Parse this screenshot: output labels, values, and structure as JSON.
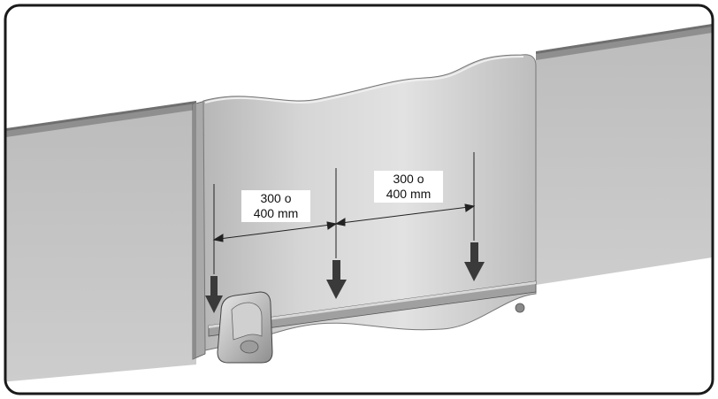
{
  "dimension_labels": [
    {
      "line1": "300 o",
      "line2": "400 mm"
    },
    {
      "line1": "300 o",
      "line2": "400 mm"
    }
  ],
  "colors": {
    "frame": "#1a1a1a",
    "wall": "#c2c2c2",
    "wall_shadow": "#a8a8a8",
    "gate": "#cbcbcb",
    "rail": "#9a9a9a",
    "arrow": "#3a3a3a",
    "dimension_line": "#222222"
  }
}
